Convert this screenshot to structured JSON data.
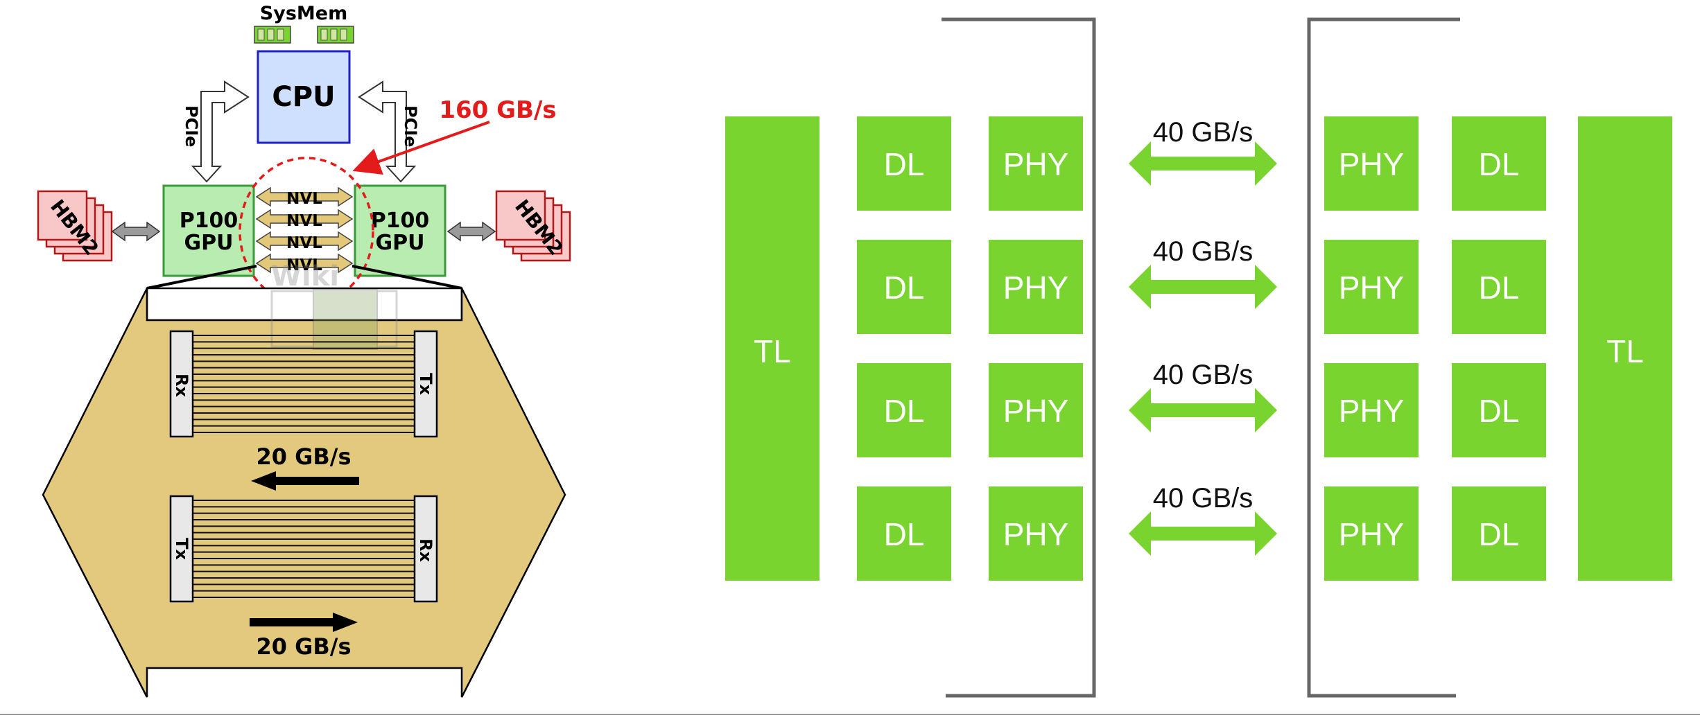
{
  "left_diagram": {
    "sysmem_label": "SysMem",
    "cpu_label": "CPU",
    "pcie_left_label": "PCIe",
    "pcie_right_label": "PCIe",
    "bandwidth_callout": "160 GB/s",
    "gpu_left": {
      "line1": "P100",
      "line2": "GPU"
    },
    "gpu_right": {
      "line1": "P100",
      "line2": "GPU"
    },
    "nvlink_labels": [
      "NVL",
      "NVL",
      "NVL",
      "NVL"
    ],
    "hbm_left_label": "HBM2",
    "hbm_right_label": "HBM2",
    "watermark_text": "Wiki",
    "lane_top": {
      "left_label": "Rx",
      "right_label": "Tx",
      "speed": "20 GB/s",
      "direction": "left"
    },
    "lane_bottom": {
      "left_label": "Tx",
      "right_label": "Rx",
      "speed": "20 GB/s",
      "direction": "right"
    },
    "colors": {
      "cpu_fill": "#cfe0ff",
      "cpu_stroke": "#2020c0",
      "gpu_fill": "#b8ecb0",
      "gpu_stroke": "#3a9a3a",
      "hbm_fill": "#f8c8c8",
      "hbm_stroke": "#b01818",
      "link_fill": "#e3c87a",
      "callout": "#e31b1b"
    }
  },
  "right_diagram": {
    "left_stack": {
      "tl_label": "TL",
      "dl_labels": [
        "DL",
        "DL",
        "DL",
        "DL"
      ],
      "phy_labels": [
        "PHY",
        "PHY",
        "PHY",
        "PHY"
      ]
    },
    "links": [
      "40 GB/s",
      "40 GB/s",
      "40 GB/s",
      "40 GB/s"
    ],
    "right_stack": {
      "phy_labels": [
        "PHY",
        "PHY",
        "PHY",
        "PHY"
      ],
      "dl_labels": [
        "DL",
        "DL",
        "DL",
        "DL"
      ],
      "tl_label": "TL"
    },
    "colors": {
      "block": "#7ad430",
      "bracket": "#666666"
    }
  }
}
